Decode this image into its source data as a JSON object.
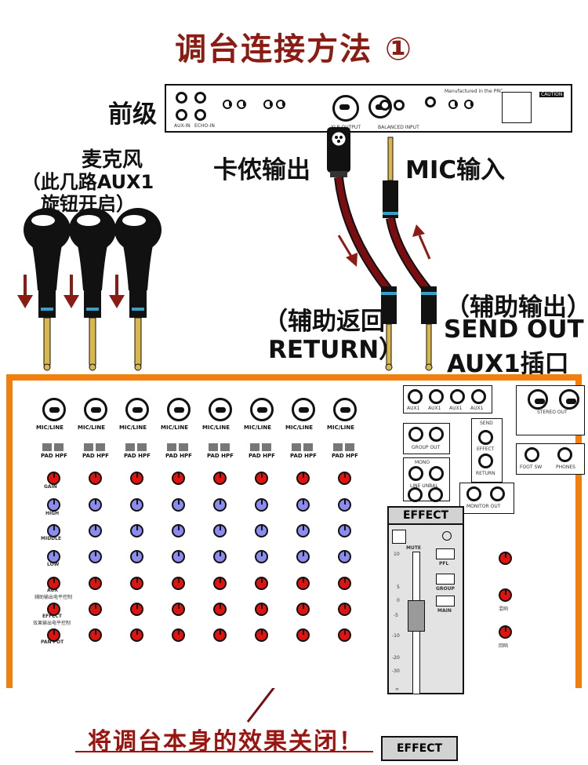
{
  "title": "调台连接方法 ①",
  "labels": {
    "preamp": "前级",
    "mic": "麦克风",
    "mic_note_1": "（此几路AUX1",
    "mic_note_2": "旋钮开启）",
    "xlr_out": "卡侬输出",
    "mic_in": "MIC输入",
    "return_1": "（辅助返回",
    "return_2": "RETURN）",
    "send_1": "（辅助输出）",
    "send_2": "SEND OUT",
    "send_3": "AUX1插口",
    "warning": "将调台本身的效果关闭！"
  },
  "preamp_panel": {
    "manufactured": "Manufactured in the PRC",
    "caution": "CAUTION",
    "aux_in": "AUX-IN",
    "echo_in": "ECHO-IN",
    "xlr_output": "XLR OUTPUT",
    "balanced_input": "BALANCED INPUT"
  },
  "mixer": {
    "channel_label": "MIC/LINE",
    "pad_hpf": "PAD HPF",
    "row_labels": [
      "GAIN",
      "HIGH",
      "MIDDLE",
      "LOW",
      "AUX",
      "EFFECT",
      "PAN POT"
    ],
    "row_sub": [
      "",
      "",
      "",
      "",
      "辅助输出电平控制",
      "效果输出电平控制",
      ""
    ],
    "aux_labels": [
      "AUX1",
      "AUX1",
      "AUX1",
      "AUX1"
    ],
    "group_out": "GROUP OUT",
    "mono": "MONO",
    "line_unbal": "LINE UNBAL",
    "send": "SEND",
    "effect": "EFFECT",
    "return": "RETURN",
    "monitor_out": "MONITOR OUT",
    "stereo_out": "STEREO OUT",
    "foot_sw": "FOOT SW",
    "phones": "PHONES",
    "effect_section": "EFFECT",
    "mute": "MUTE",
    "pfl": "PFL",
    "group": "GROUP",
    "main": "MAIN",
    "fader_scale": [
      "10",
      "5",
      "0",
      "-5",
      "-10",
      "-20",
      "-30",
      "∞"
    ],
    "right_knob_labels": [
      "",
      "混响",
      "回响"
    ]
  },
  "colors": {
    "title": "#8b1c14",
    "mixer_border": "#f07f0e",
    "cable": "#7a0d10",
    "arrow": "#8b1c14",
    "knob_red": "#e2130e",
    "knob_blue": "#8c8cf0"
  }
}
